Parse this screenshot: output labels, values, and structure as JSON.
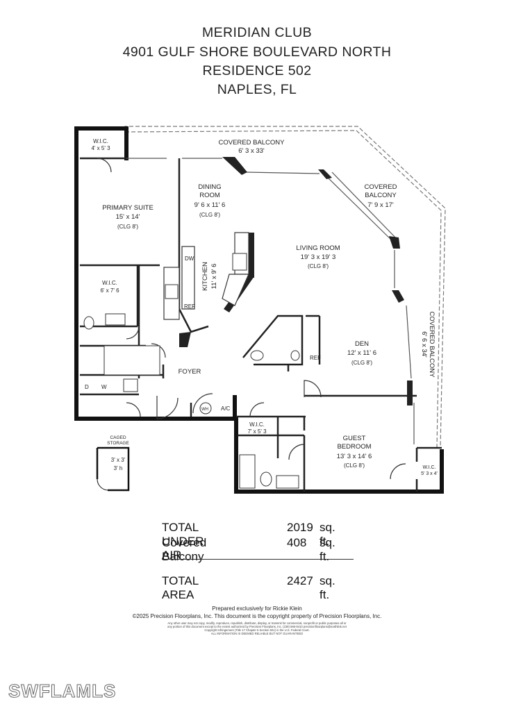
{
  "header": {
    "line1": "MERIDIAN CLUB",
    "line2": "4901 GULF SHORE BOULEVARD NORTH",
    "line3": "RESIDENCE 502",
    "line4": "NAPLES, FL"
  },
  "rooms": {
    "wic_primary": {
      "name": "W.I.C.",
      "size": "4' x 5' 3"
    },
    "covered_balcony_top": {
      "name": "COVERED BALCONY",
      "size": "6' 3 x 33'"
    },
    "dining": {
      "name": "DINING",
      "name2": "ROOM",
      "size": "9' 6 x 11' 6",
      "ceiling": "(CLG 8')"
    },
    "covered_balcony_angle": {
      "name": "COVERED",
      "name2": "BALCONY",
      "size": "7' 9 x 17'"
    },
    "primary_suite": {
      "name": "PRIMARY SUITE",
      "size": "15' x 14'",
      "ceiling": "(CLG 8')"
    },
    "living": {
      "name": "LIVING ROOM",
      "size": "19' 3 x 19' 3",
      "ceiling": "(CLG 8')"
    },
    "kitchen": {
      "name": "KITCHEN",
      "size": "11' x 9' 6"
    },
    "wic_bath": {
      "name": "W.I.C.",
      "size": "6' x 7' 6"
    },
    "den": {
      "name": "DEN",
      "size": "12' x 11' 6",
      "ceiling": "(CLG 8')"
    },
    "covered_balcony_side": {
      "name": "COVERED BALCONY",
      "size": "6' 6 x 34'"
    },
    "foyer": {
      "name": "FOYER"
    },
    "wic_guest": {
      "name": "W.I.C.",
      "size": "7' x 5' 3"
    },
    "guest": {
      "name": "GUEST",
      "name2": "BEDROOM",
      "size": "13' 3 x 14' 6",
      "ceiling": "(CLG 8')"
    },
    "wic_guest_small": {
      "name": "W.I.C.",
      "size": "5' 3 x 4'"
    },
    "caged_storage": {
      "name": "CAGED",
      "name2": "STORAGE",
      "size": "3' x 3'",
      "height": "3' h"
    }
  },
  "fixtures": {
    "dw": "DW",
    "ref": "REF",
    "ref2": "REF",
    "d": "D",
    "w": "W",
    "wh": "WH",
    "ac": "A/C"
  },
  "totals": {
    "under_air_label": "TOTAL UNDER AIR",
    "under_air_value": "2019",
    "balcony_label": "Covered Balcony",
    "balcony_value": "408",
    "total_label": "TOTAL AREA",
    "total_value": "2427",
    "unit": "sq. ft."
  },
  "footer": {
    "prepared": "Prepared exclusively for Rickie Klein",
    "copyright": "©2025 Precision Floorplans, Inc.  This document is the copyright property of Precision Floorplans, Inc.",
    "fine1": "Any other user may not copy, modify, reproduce, republish, distribute, display, or transmit for commercial, nonprofit or public purposes all or",
    "fine2": "any portion of this document except to the extent authorized by Precision Floorplans, Inc. (239) 566-9410 precisionfloorplans@earthlink.net",
    "fine3": "Copyright Infringement (Title 17 Chapter 5 Section 501) in the U.S. Federal Court.",
    "fine4": "ALL INFORMATION IS DEEMED RELIABLE BUT NOT GUARANTEED"
  },
  "watermark": "SWFLAMLS"
}
